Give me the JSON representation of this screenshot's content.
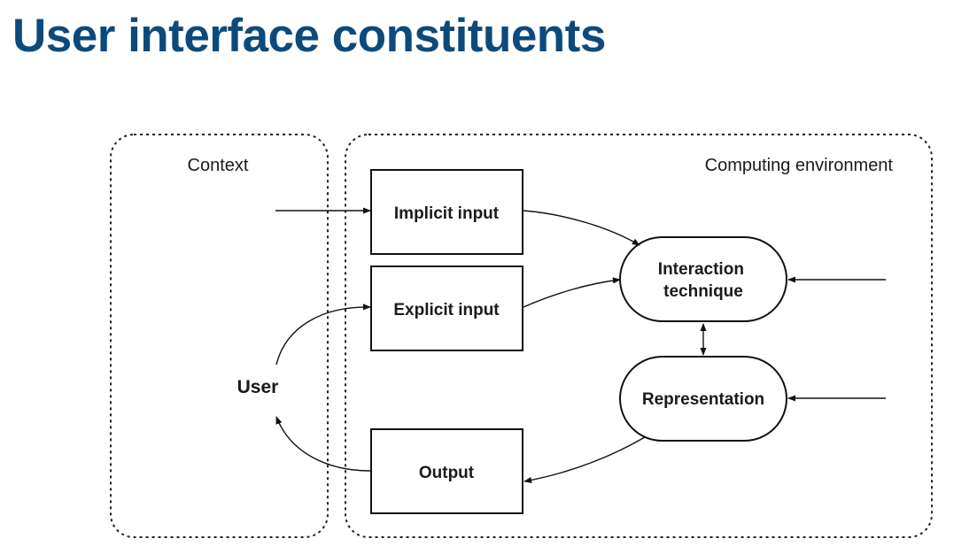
{
  "slide": {
    "title": "User interface constituents"
  },
  "diagram": {
    "regions": {
      "context": "Context",
      "computing_environment": "Computing environment"
    },
    "nodes": {
      "implicit_input": "Implicit input",
      "explicit_input": "Explicit input",
      "output": "Output",
      "interaction_technique": [
        "Interaction",
        "technique"
      ],
      "representation": "Representation",
      "user": "User"
    }
  }
}
